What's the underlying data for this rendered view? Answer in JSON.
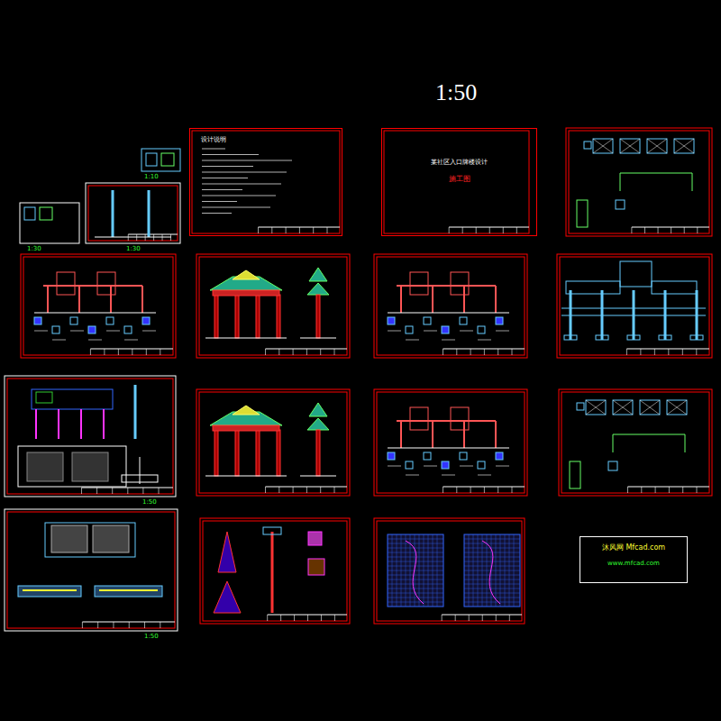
{
  "diagram": {
    "title": "1:50",
    "nodes": [
      {
        "text": [
          "设计说明"
        ]
      },
      {
        "text": [
          "某社区入口牌楼设计",
          "施工图"
        ]
      },
      {
        "text": [
          "沐风网 Mfcad.com",
          "www.mfcad.com"
        ]
      }
    ],
    "edges": [],
    "labels": [
      "1:10",
      "1:30",
      "1:30",
      "1:50",
      "1:50"
    ]
  }
}
